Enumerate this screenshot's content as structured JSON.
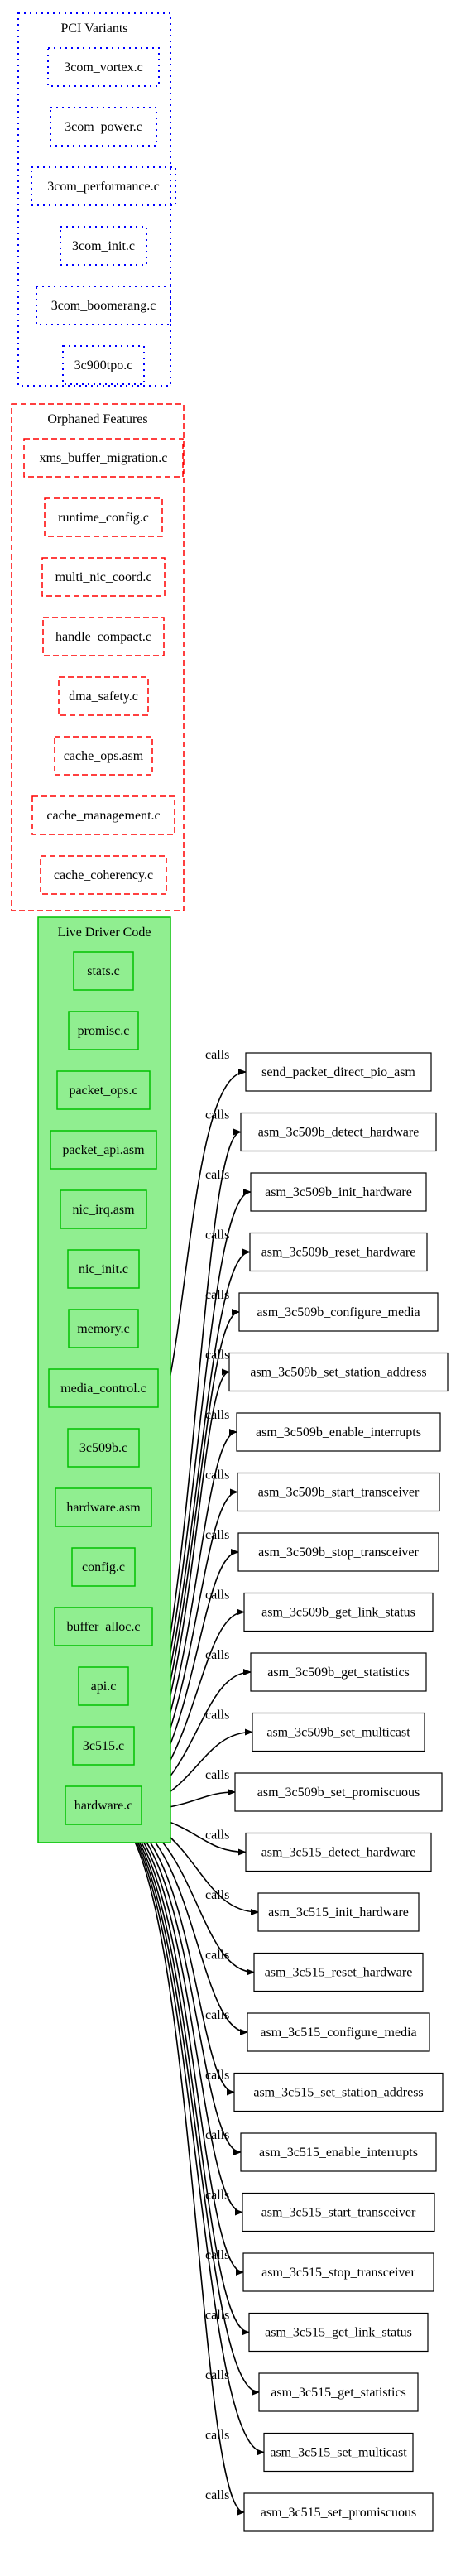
{
  "clusters": {
    "pci_variants": {
      "label": "PCI Variants",
      "color": "#0000ff",
      "files": [
        "3com_vortex.c",
        "3com_power.c",
        "3com_performance.c",
        "3com_init.c",
        "3com_boomerang.c",
        "3c900tpo.c"
      ]
    },
    "orphaned_features": {
      "label": "Orphaned Features",
      "color": "#ff0000",
      "files": [
        "xms_buffer_migration.c",
        "runtime_config.c",
        "multi_nic_coord.c",
        "handle_compact.c",
        "dma_safety.c",
        "cache_ops.asm",
        "cache_management.c",
        "cache_coherency.c"
      ]
    },
    "live_driver_code": {
      "label": "Live Driver Code",
      "color": "#00c000",
      "fill": "#90ee90",
      "files": [
        "stats.c",
        "promisc.c",
        "packet_ops.c",
        "packet_api.asm",
        "nic_irq.asm",
        "nic_init.c",
        "memory.c",
        "media_control.c",
        "3c509b.c",
        "hardware.asm",
        "config.c",
        "buffer_alloc.c",
        "api.c",
        "3c515.c",
        "hardware.c"
      ]
    }
  },
  "edge_label": "calls",
  "functions": [
    "send_packet_direct_pio_asm",
    "asm_3c509b_detect_hardware",
    "asm_3c509b_init_hardware",
    "asm_3c509b_reset_hardware",
    "asm_3c509b_configure_media",
    "asm_3c509b_set_station_address",
    "asm_3c509b_enable_interrupts",
    "asm_3c509b_start_transceiver",
    "asm_3c509b_stop_transceiver",
    "asm_3c509b_get_link_status",
    "asm_3c509b_get_statistics",
    "asm_3c509b_set_multicast",
    "asm_3c509b_set_promiscuous",
    "asm_3c515_detect_hardware",
    "asm_3c515_init_hardware",
    "asm_3c515_reset_hardware",
    "asm_3c515_configure_media",
    "asm_3c515_set_station_address",
    "asm_3c515_enable_interrupts",
    "asm_3c515_start_transceiver",
    "asm_3c515_stop_transceiver",
    "asm_3c515_get_link_status",
    "asm_3c515_get_statistics",
    "asm_3c515_set_multicast",
    "asm_3c515_set_promiscuous"
  ],
  "edges": [
    {
      "from": "3c509b.c",
      "to": "send_packet_direct_pio_asm"
    },
    {
      "from": "hardware.c",
      "to": "asm_3c509b_detect_hardware"
    },
    {
      "from": "hardware.c",
      "to": "asm_3c509b_init_hardware"
    },
    {
      "from": "hardware.c",
      "to": "asm_3c509b_reset_hardware"
    },
    {
      "from": "hardware.c",
      "to": "asm_3c509b_configure_media"
    },
    {
      "from": "hardware.c",
      "to": "asm_3c509b_set_station_address"
    },
    {
      "from": "hardware.c",
      "to": "asm_3c509b_enable_interrupts"
    },
    {
      "from": "hardware.c",
      "to": "asm_3c509b_start_transceiver"
    },
    {
      "from": "hardware.c",
      "to": "asm_3c509b_stop_transceiver"
    },
    {
      "from": "hardware.c",
      "to": "asm_3c509b_get_link_status"
    },
    {
      "from": "hardware.c",
      "to": "asm_3c509b_get_statistics"
    },
    {
      "from": "hardware.c",
      "to": "asm_3c509b_set_multicast"
    },
    {
      "from": "hardware.c",
      "to": "asm_3c509b_set_promiscuous"
    },
    {
      "from": "hardware.c",
      "to": "asm_3c515_detect_hardware"
    },
    {
      "from": "hardware.c",
      "to": "asm_3c515_init_hardware"
    },
    {
      "from": "hardware.c",
      "to": "asm_3c515_reset_hardware"
    },
    {
      "from": "hardware.c",
      "to": "asm_3c515_configure_media"
    },
    {
      "from": "hardware.c",
      "to": "asm_3c515_set_station_address"
    },
    {
      "from": "hardware.c",
      "to": "asm_3c515_enable_interrupts"
    },
    {
      "from": "hardware.c",
      "to": "asm_3c515_start_transceiver"
    },
    {
      "from": "hardware.c",
      "to": "asm_3c515_stop_transceiver"
    },
    {
      "from": "hardware.c",
      "to": "asm_3c515_get_link_status"
    },
    {
      "from": "hardware.c",
      "to": "asm_3c515_get_statistics"
    },
    {
      "from": "hardware.c",
      "to": "asm_3c515_set_multicast"
    },
    {
      "from": "hardware.c",
      "to": "asm_3c515_set_promiscuous"
    }
  ]
}
